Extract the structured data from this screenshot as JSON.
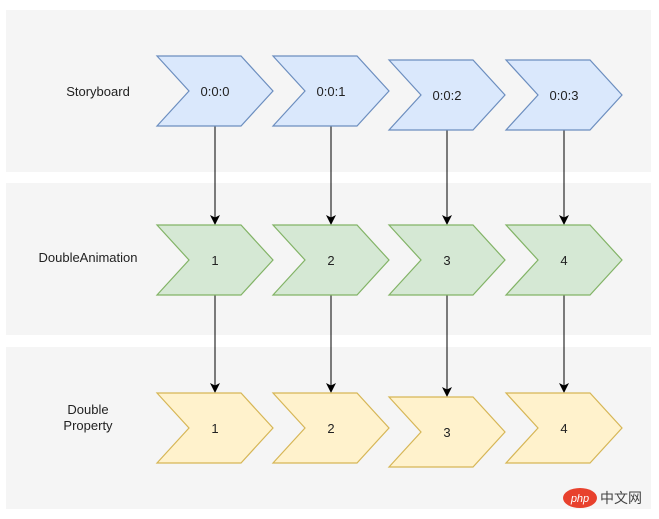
{
  "lanes": [
    {
      "label_lines": [
        "Storyboard"
      ],
      "fill": "#dae8fc",
      "stroke": "#6c8ebf",
      "items": [
        "0:0:0",
        "0:0:1",
        "0:0:2",
        "0:0:3"
      ]
    },
    {
      "label_lines": [
        "DoubleAnimation"
      ],
      "fill": "#d5e8d4",
      "stroke": "#82b366",
      "items": [
        "1",
        "2",
        "3",
        "4"
      ]
    },
    {
      "label_lines": [
        "Double",
        "Property"
      ],
      "fill": "#fff2cc",
      "stroke": "#d6b656",
      "items": [
        "1",
        "2",
        "3",
        "4"
      ]
    }
  ],
  "colors": {
    "lane_background": "#f5f5f5",
    "arrow": "#000000"
  },
  "watermark": {
    "badge": "php",
    "text": "中文网"
  }
}
